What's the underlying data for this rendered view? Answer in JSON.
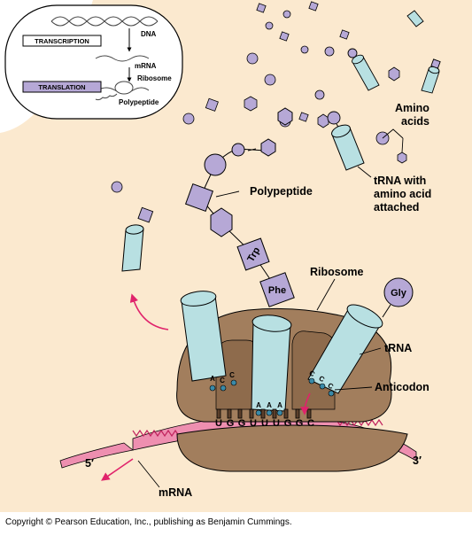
{
  "inset": {
    "transcription": "TRANSCRIPTION",
    "translation": "TRANSLATION",
    "dna": "DNA",
    "mrna": "mRNA",
    "ribosome": "Ribosome",
    "polypeptide": "Polypeptide"
  },
  "labels": {
    "amino_acids_1": "Amino",
    "amino_acids_2": "acids",
    "trna_attached_1": "tRNA with",
    "trna_attached_2": "amino acid",
    "trna_attached_3": "attached",
    "polypeptide": "Polypeptide",
    "ribosome": "Ribosome",
    "trna": "tRNA",
    "anticodon": "Anticodon",
    "mrna": "mRNA",
    "five_prime": "5′",
    "three_prime": "3′"
  },
  "amino_acids": {
    "trp": "Trp",
    "phe": "Phe",
    "gly": "Gly"
  },
  "codons": [
    "U",
    "G",
    "G",
    "U",
    "U",
    "U",
    "G",
    "G",
    "C"
  ],
  "anticodons": {
    "left": [
      "A",
      "C",
      "C"
    ],
    "middle": [
      "A",
      "A",
      "A"
    ],
    "right": [
      "C",
      "C",
      "C"
    ]
  },
  "copyright": "Copyright © Pearson Education, Inc., publishing as Benjamin Cummings.",
  "colors": {
    "background": "#fbe9cf",
    "amino_acid": "#b6a8d6",
    "trna": "#b8e0e2",
    "ribosome": "#a27e5d",
    "mrna": "#ee8fb0",
    "arrow": "#e0236b"
  }
}
